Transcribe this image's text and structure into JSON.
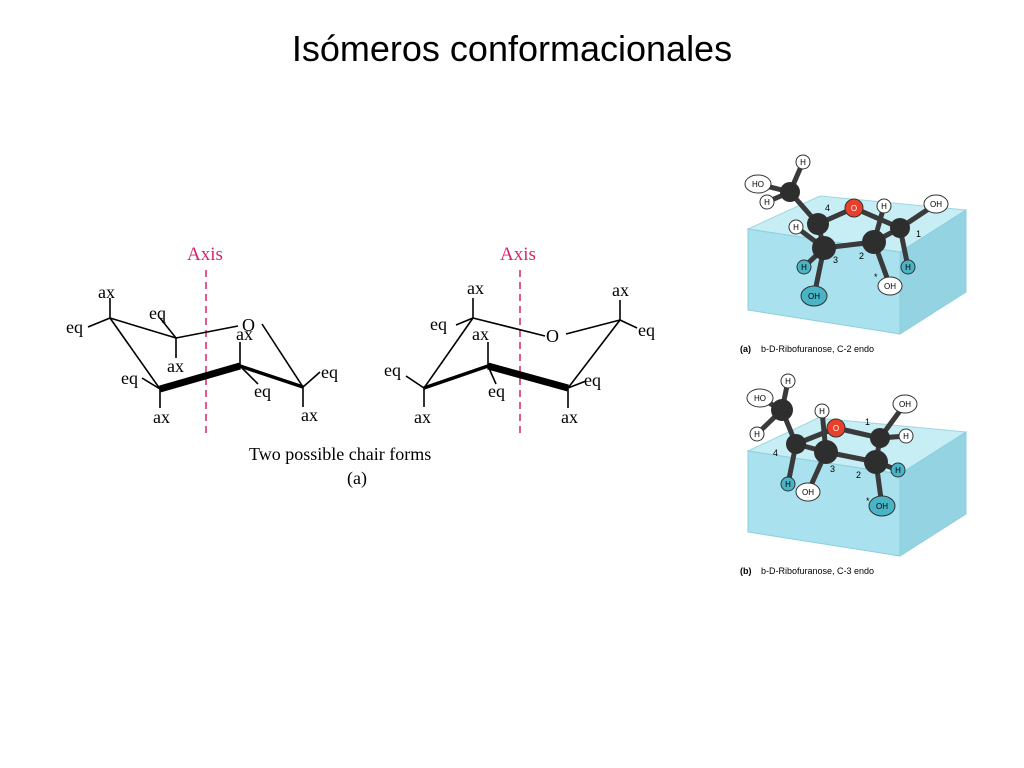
{
  "slide": {
    "title": "Isómeros conformacionales"
  },
  "chair": {
    "axis_label": "Axis",
    "ring_o": "O",
    "ax": "ax",
    "eq": "eq",
    "caption": "Two possible chair forms",
    "panel": "(a)"
  },
  "ribose": {
    "a": {
      "caption_letter": "(a)",
      "caption_text": "b-D-Ribofuranose, C-2 endo",
      "atoms": {
        "H": "H",
        "HO": "HO",
        "OH": "OH",
        "O": "O"
      },
      "numbers": [
        "1",
        "2",
        "3",
        "4"
      ],
      "star": "*"
    },
    "b": {
      "caption_letter": "(b)",
      "caption_text": "b-D-Ribofuranose, C-3 endo",
      "atoms": {
        "H": "H",
        "HO": "HO",
        "OH": "OH",
        "O": "O"
      },
      "numbers": [
        "1",
        "2",
        "3",
        "4"
      ],
      "star": "*"
    }
  },
  "colors": {
    "axis_pink": "#d6246e",
    "slab_blue": "#a9e1ee",
    "oxygen_red": "#e8402a",
    "carbon": "#2e2e2e",
    "teal_atom": "#48b4c6"
  }
}
